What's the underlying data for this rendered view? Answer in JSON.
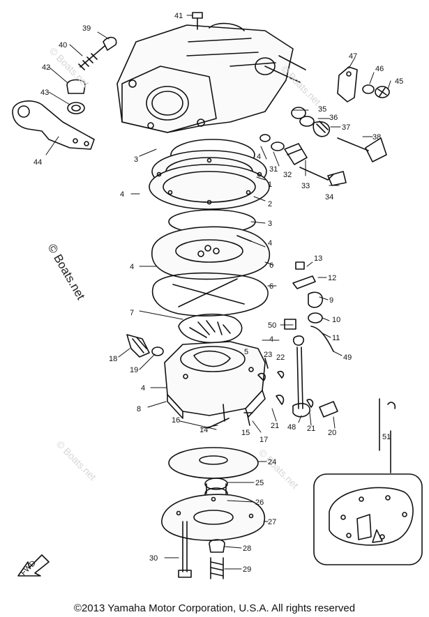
{
  "watermark": "© Boats.net",
  "footer": "©2013 Yamaha Motor Corporation, U.S.A. All rights reserved",
  "fwd_arrow_label": "FWD",
  "callouts": [
    "1",
    "2",
    "3",
    "3",
    "4",
    "4",
    "4",
    "4",
    "4",
    "4",
    "5",
    "6",
    "6",
    "7",
    "8",
    "9",
    "10",
    "11",
    "12",
    "13",
    "14",
    "15",
    "16",
    "17",
    "18",
    "19",
    "20",
    "21",
    "21",
    "22",
    "23",
    "24",
    "25",
    "26",
    "27",
    "28",
    "29",
    "30",
    "31",
    "32",
    "33",
    "34",
    "35",
    "36",
    "37",
    "38",
    "39",
    "40",
    "41",
    "42",
    "43",
    "44",
    "45",
    "46",
    "47",
    "48",
    "49",
    "50",
    "51"
  ]
}
